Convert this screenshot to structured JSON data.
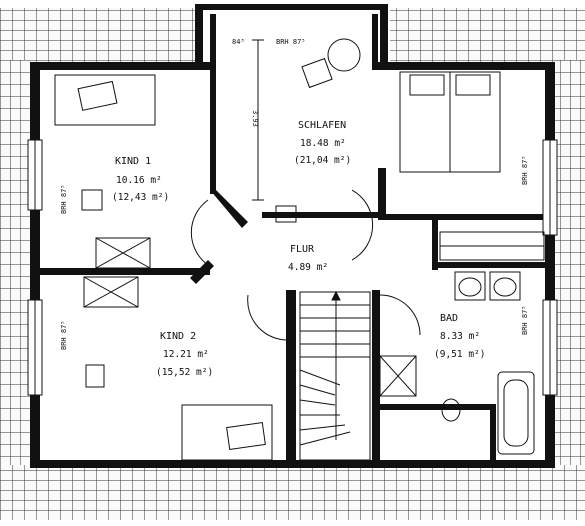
{
  "rooms": {
    "kind1": {
      "name": "KIND 1",
      "area_net": "10.16 m²",
      "area_gross": "(12,43 m²)"
    },
    "kind2": {
      "name": "KIND 2",
      "area_net": "12.21 m²",
      "area_gross": "(15,52 m²)"
    },
    "schlafen": {
      "name": "SCHLAFEN",
      "area_net": "18.48 m²",
      "area_gross": "(21,04 m²)"
    },
    "flur": {
      "name": "FLUR",
      "area_net": "4.89 m²"
    },
    "bad": {
      "name": "BAD",
      "area_net": "8.33 m²",
      "area_gross": "(9,51 m²)"
    }
  },
  "dimensions": {
    "ceiling_height": "3.93",
    "top_left_mark": "84³",
    "top_right_mark": "BRH 87⁵"
  },
  "window_marks": {
    "kind1_window": "BRH 87⁵",
    "kind2_window": "BRH 87⁵",
    "schlafen_window": "BRH 87⁵",
    "bad_window": "BRH 87⁵"
  }
}
